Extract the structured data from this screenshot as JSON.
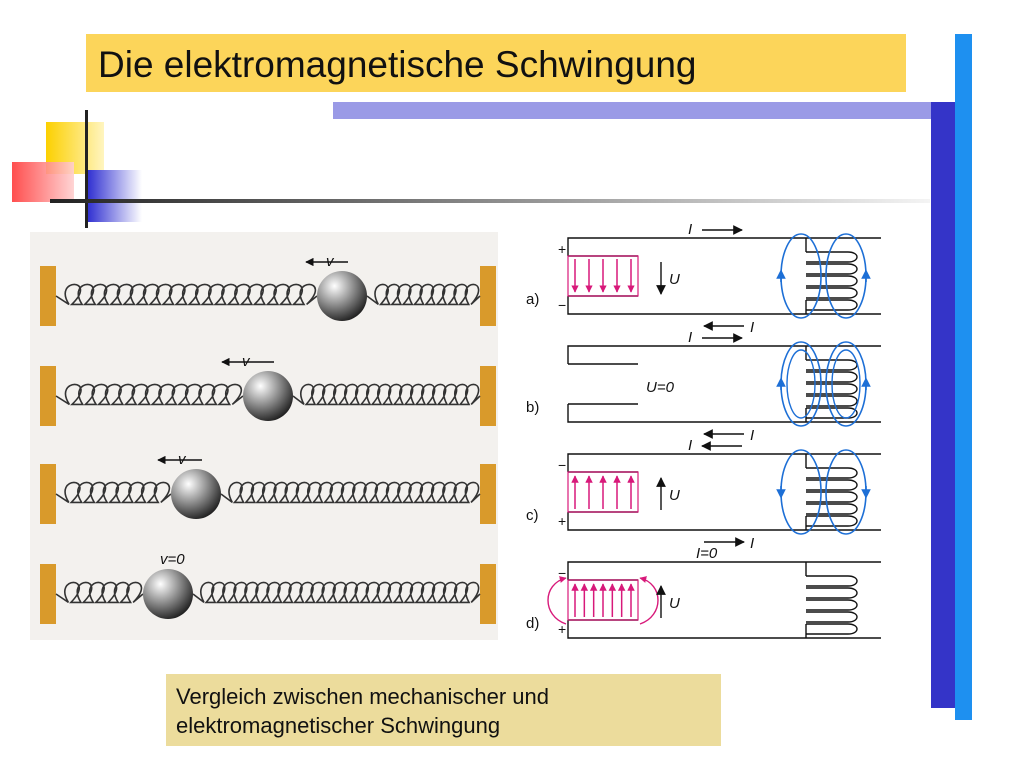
{
  "slide": {
    "title": "Die elektromagnetische Schwingung",
    "caption": "Vergleich zwischen mechanischer und\nelektromagnetischer Schwingung"
  },
  "mechanical": {
    "velocity_label": "v",
    "rows": [
      {
        "velocity": "v"
      },
      {
        "velocity": "v"
      },
      {
        "velocity": "v"
      },
      {
        "velocity": "v=0"
      }
    ]
  },
  "circuit": {
    "current_symbol": "I",
    "voltage_symbol": "U",
    "panels": [
      {
        "letter": "a)",
        "top_plate": "+",
        "bottom_plate": "−",
        "current": "I",
        "voltage": "U"
      },
      {
        "letter": "b)",
        "current": "I",
        "voltage": "U=0"
      },
      {
        "letter": "c)",
        "top_plate": "−",
        "bottom_plate": "+",
        "current": "I",
        "voltage": "U"
      },
      {
        "letter": "d)",
        "top_plate": "−",
        "bottom_plate": "+",
        "current": "I=0",
        "voltage": "U"
      }
    ]
  },
  "colors": {
    "title_bg": "#fcd55a",
    "caption_bg": "#ecdc9c",
    "wall": "#d99a2b",
    "field_line": "#1d6fd6",
    "efield": "#d8197a",
    "bar_blue": "#3434c8",
    "bar_cyan": "#1e90f0",
    "bar_lavender": "#9a9ae6"
  }
}
